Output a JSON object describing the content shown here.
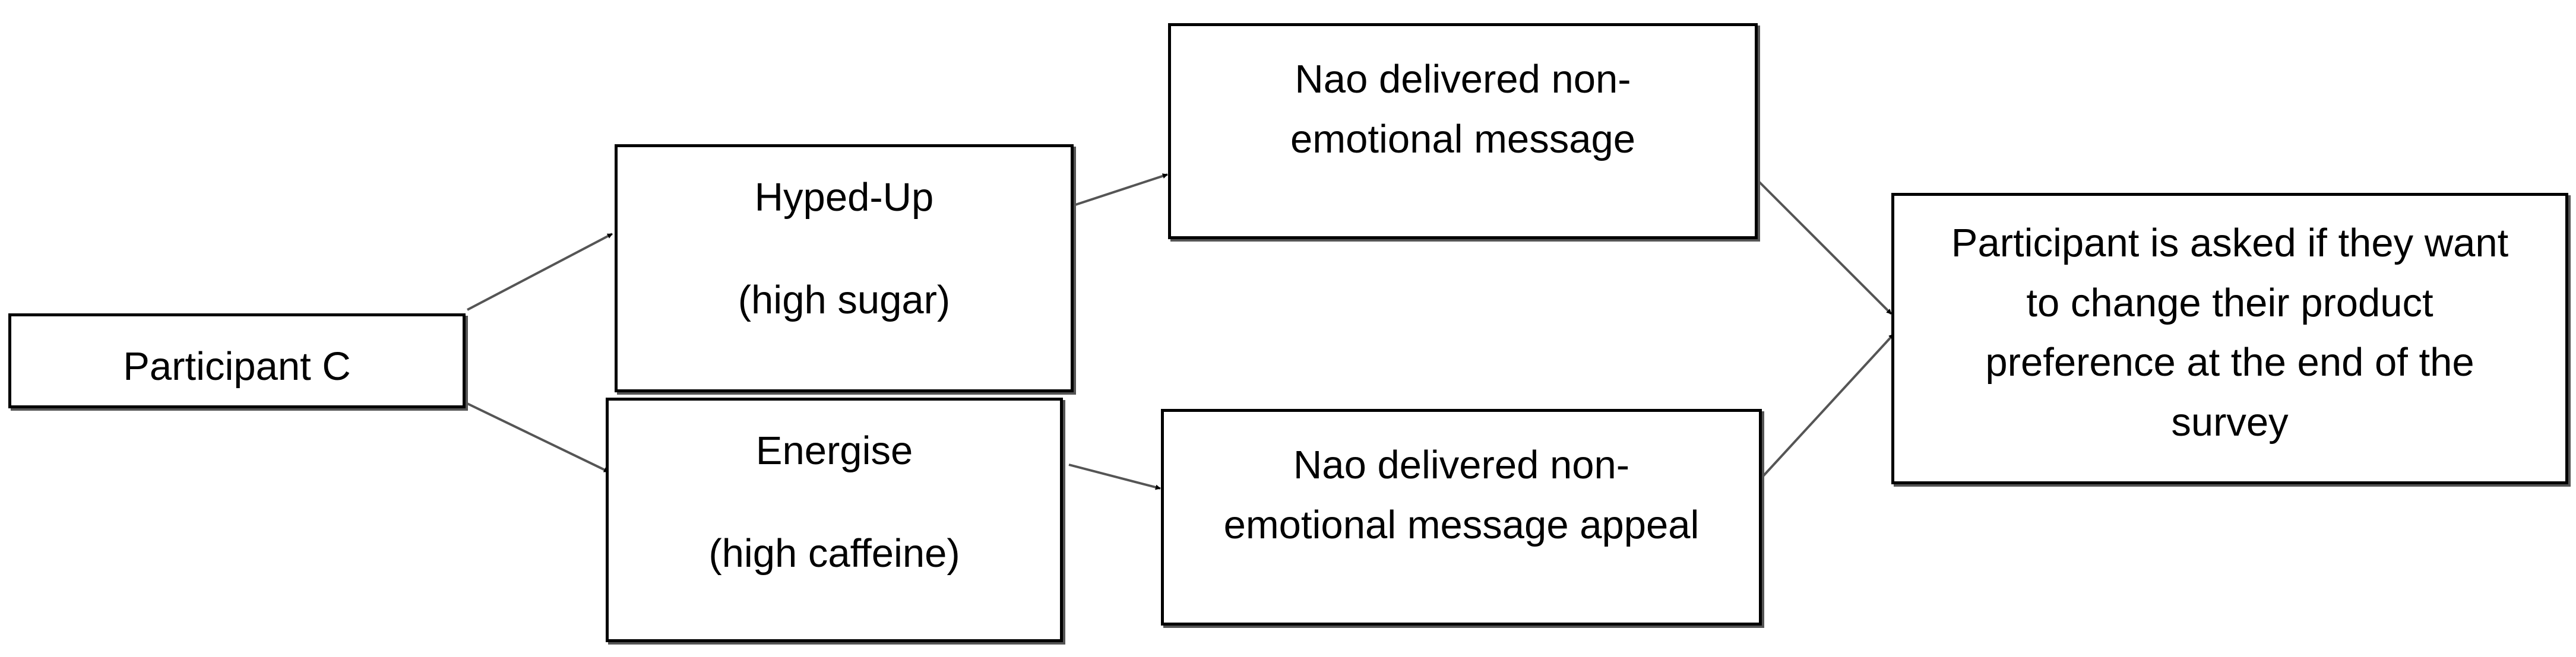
{
  "nodes": {
    "participant": {
      "label": "Participant C"
    },
    "hyped": {
      "title": "Hyped-Up",
      "subtitle": "(high sugar)"
    },
    "energise": {
      "title": "Energise",
      "subtitle": "(high caffeine)"
    },
    "msg_top": {
      "line1": "Nao delivered non-",
      "line2": "emotional message"
    },
    "msg_bottom": {
      "line1": "Nao delivered non-",
      "line2": "emotional message appeal"
    },
    "outcome": {
      "line1": "Participant is asked if they want",
      "line2": "to change their product",
      "line3": "preference at the end of the",
      "line4": "survey"
    }
  },
  "colors": {
    "edge": "#555555",
    "arrowhead": "#000000",
    "border": "#000000"
  }
}
